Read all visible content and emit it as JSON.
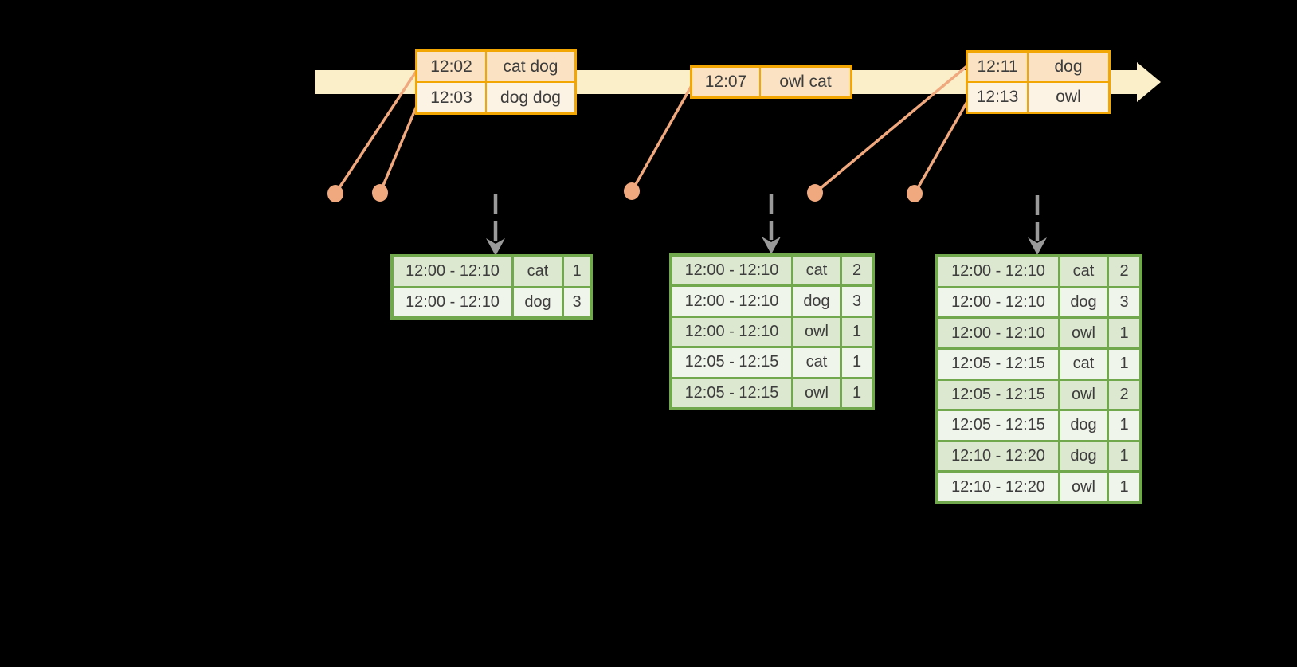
{
  "timeline": {
    "event_tables": [
      {
        "rows": [
          [
            "12:02",
            "cat dog"
          ],
          [
            "12:03",
            "dog dog"
          ]
        ]
      },
      {
        "rows": [
          [
            "12:07",
            "owl cat"
          ]
        ]
      },
      {
        "rows": [
          [
            "12:11",
            "dog"
          ],
          [
            "12:13",
            "owl"
          ]
        ]
      }
    ]
  },
  "result_tables": [
    {
      "rows": [
        [
          "12:00 - 12:10",
          "cat",
          "1"
        ],
        [
          "12:00 - 12:10",
          "dog",
          "3"
        ]
      ]
    },
    {
      "rows": [
        [
          "12:00 - 12:10",
          "cat",
          "2"
        ],
        [
          "12:00 - 12:10",
          "dog",
          "3"
        ],
        [
          "12:00 - 12:10",
          "owl",
          "1"
        ],
        [
          "12:05 - 12:15",
          "cat",
          "1"
        ],
        [
          "12:05 - 12:15",
          "owl",
          "1"
        ]
      ]
    },
    {
      "rows": [
        [
          "12:00 - 12:10",
          "cat",
          "2"
        ],
        [
          "12:00 - 12:10",
          "dog",
          "3"
        ],
        [
          "12:00 - 12:10",
          "owl",
          "1"
        ],
        [
          "12:05 - 12:15",
          "cat",
          "1"
        ],
        [
          "12:05 - 12:15",
          "owl",
          "2"
        ],
        [
          "12:05 - 12:15",
          "dog",
          "1"
        ],
        [
          "12:10 - 12:20",
          "dog",
          "1"
        ],
        [
          "12:10 - 12:20",
          "owl",
          "1"
        ]
      ]
    }
  ],
  "icons": {
    "timeline_arrow": "right-arrow",
    "event_marker": "dot",
    "result_pointer": "dashed-down-arrow"
  },
  "colors": {
    "background": "#000000",
    "timeline_fill": "#faefc8",
    "event_table_border": "#f2a604",
    "event_row_dark": "#fae2c2",
    "event_row_light": "#fdf3e5",
    "connector": "#f0a87e",
    "pointer_gray": "#9a9a9a",
    "result_table_border": "#72a84d",
    "result_row_dark": "#dde8d1",
    "result_row_light": "#f0f5eb",
    "text": "#3d3d3d"
  }
}
